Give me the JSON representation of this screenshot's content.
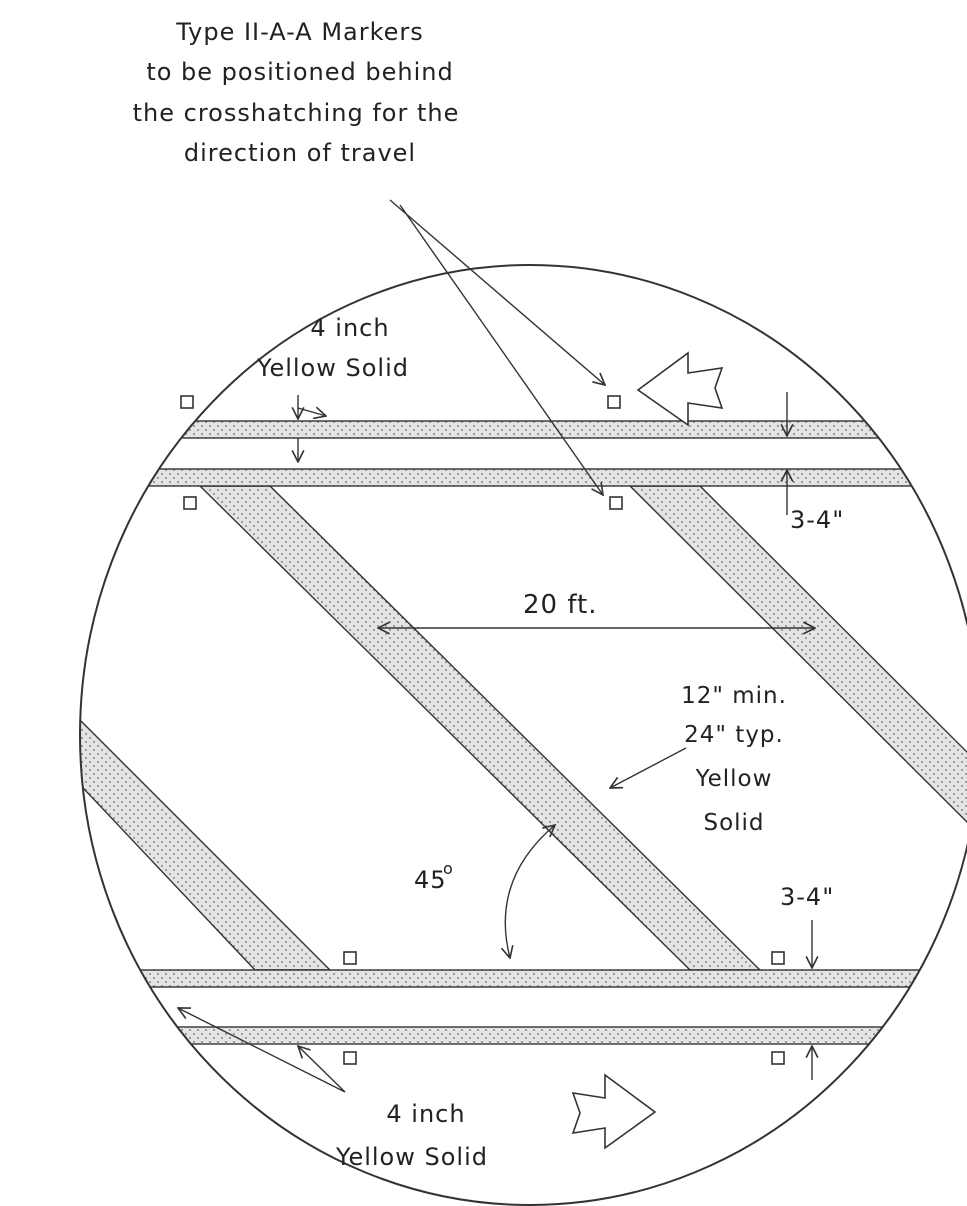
{
  "header_note": {
    "lines": [
      "Type II-A-A Markers",
      "to be positioned behind",
      "the crosshatching for the",
      "direction of travel"
    ]
  },
  "labels": {
    "top_line": [
      "4  inch",
      "Yellow  Solid"
    ],
    "bottom_line": [
      "4  inch",
      "Yellow  Solid"
    ],
    "gap_top": "3-4\"",
    "gap_bottom": "3-4\"",
    "spacing": "20  ft.",
    "crosshatch_width": [
      "12\" min.",
      "24\" typ.",
      "Yellow",
      "Solid"
    ],
    "angle": "45",
    "angle_unit": "o"
  },
  "colors": {
    "outline": "#333333",
    "stipple_fill": "#e4e4e4",
    "stipple_dot": "#6a6a6a",
    "marker_fill": "#ffffff"
  },
  "icons": {
    "direction_arrows": [
      "arrow-left-icon",
      "arrow-right-icon"
    ],
    "markers": "raised-pavement-marker-icon"
  }
}
